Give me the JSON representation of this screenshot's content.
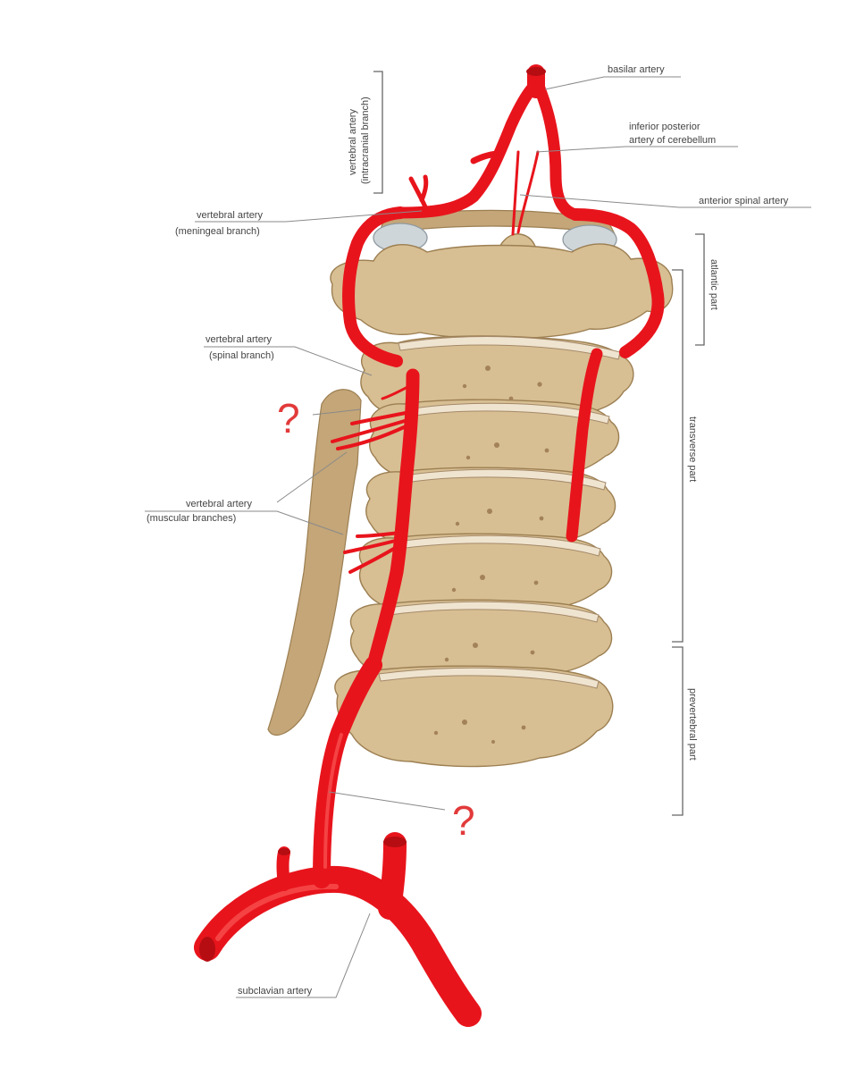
{
  "diagram": {
    "labels": {
      "basilar_artery": "basilar artery",
      "inferior_posterior_1": "inferior posterior",
      "inferior_posterior_2": "artery of cerebellum",
      "anterior_spinal_artery": "anterior spinal artery",
      "intracranial_1": "vertebral artery",
      "intracranial_2": "(intracranial branch)",
      "meningeal_1": "vertebral artery",
      "meningeal_2": "(meningeal branch)",
      "spinal_1": "vertebral artery",
      "spinal_2": "(spinal branch)",
      "muscular_1": "vertebral artery",
      "muscular_2": "(muscular branches)",
      "atlantic_part": "atlantic part",
      "transverse_part": "transverse part",
      "prevertebral_part": "prevertebral part",
      "subclavian_artery": "subclavian artery"
    },
    "question_marks": [
      "?",
      "?"
    ],
    "colors": {
      "artery": "#e8141c",
      "bone": "#d7bf93",
      "question_mark": "#e23a3a"
    }
  }
}
